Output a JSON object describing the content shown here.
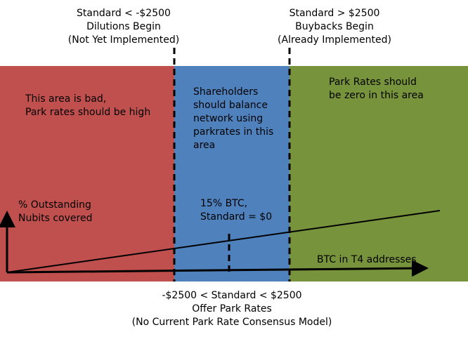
{
  "top_left": {
    "line1": "Standard < -$2500",
    "line2": "Dilutions Begin",
    "line3": "(Not Yet Implemented)"
  },
  "top_right": {
    "line1": "Standard > $2500",
    "line2": "Buybacks Begin",
    "line3": "(Already Implemented)"
  },
  "red_zone": {
    "line1": "This area is bad,",
    "line2": "Park rates should be high"
  },
  "blue_zone": {
    "line1": "Shareholders",
    "line2": "should balance",
    "line3": "network using",
    "line4": "parkrates in this",
    "line5": "area"
  },
  "green_zone": {
    "line1": "Park Rates should",
    "line2": "be zero in this area"
  },
  "y_axis_label": {
    "line1": "% Outstanding",
    "line2": "Nubits covered"
  },
  "midpoint_label": {
    "line1": "15% BTC,",
    "line2": "Standard = $0"
  },
  "x_axis_label": "BTC in T4 addresses",
  "bottom": {
    "line1": "-$2500 < Standard < $2500",
    "line2": "Offer Park Rates",
    "line3": "(No Current Park Rate Consensus Model)"
  },
  "colors": {
    "red_zone": "#c0504d",
    "blue_zone": "#4f81bd",
    "green_zone": "#77933c"
  }
}
